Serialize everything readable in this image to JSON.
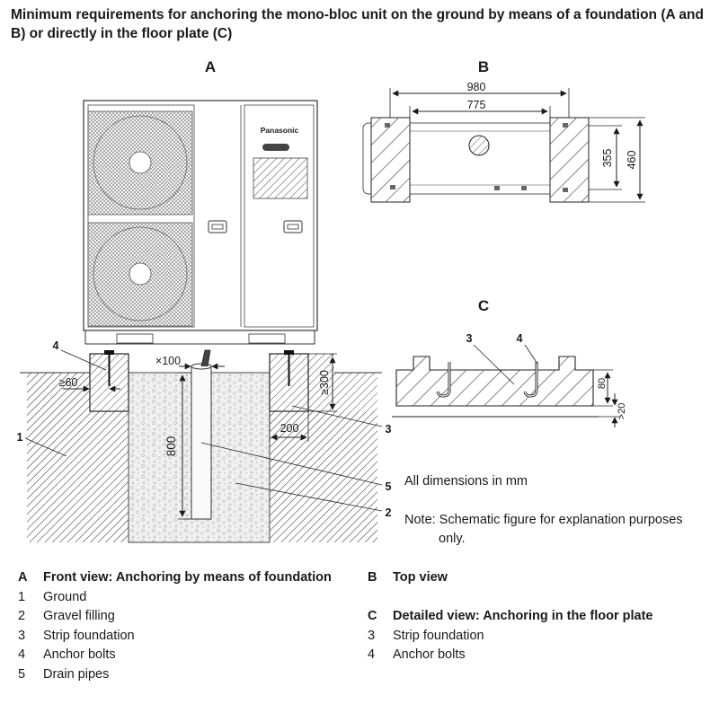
{
  "title": "Minimum requirements for anchoring the mono-bloc unit on the ground by means of a foundation (A and B) or directly in the floor plate (C)",
  "views": {
    "a": "A",
    "b": "B",
    "c": "C"
  },
  "brand": "Panasonic",
  "dims": {
    "width_980": "980",
    "width_775": "775",
    "depth_355": "355",
    "depth_460": "460",
    "min_100": "×100",
    "min_60": "≥60",
    "min_300": "≥300",
    "strip_200": "200",
    "pipe_800": "800",
    "plate_80": "80",
    "plate_20": ">20"
  },
  "callouts": {
    "c1": "1",
    "c2": "2",
    "c3": "3",
    "c4": "4",
    "c5": "5"
  },
  "notes": {
    "dimensions": "All dimensions in mm",
    "schematic_1": "Note: Schematic figure for explanation purposes",
    "schematic_2": "only."
  },
  "legend_left": [
    {
      "key": "A",
      "text": "Front view: Anchoring by means of foundation",
      "heading": true
    },
    {
      "key": "1",
      "text": "Ground"
    },
    {
      "key": "2",
      "text": "Gravel filling"
    },
    {
      "key": "3",
      "text": "Strip foundation"
    },
    {
      "key": "4",
      "text": "Anchor bolts"
    },
    {
      "key": "5",
      "text": "Drain pipes"
    }
  ],
  "legend_right": [
    {
      "key": "B",
      "text": "Top view",
      "heading": true
    },
    {
      "key": "",
      "text": ""
    },
    {
      "key": "C",
      "text": "Detailed view: Anchoring in the floor plate",
      "heading": true
    },
    {
      "key": "3",
      "text": "Strip foundation"
    },
    {
      "key": "4",
      "text": "Anchor bolts"
    }
  ]
}
